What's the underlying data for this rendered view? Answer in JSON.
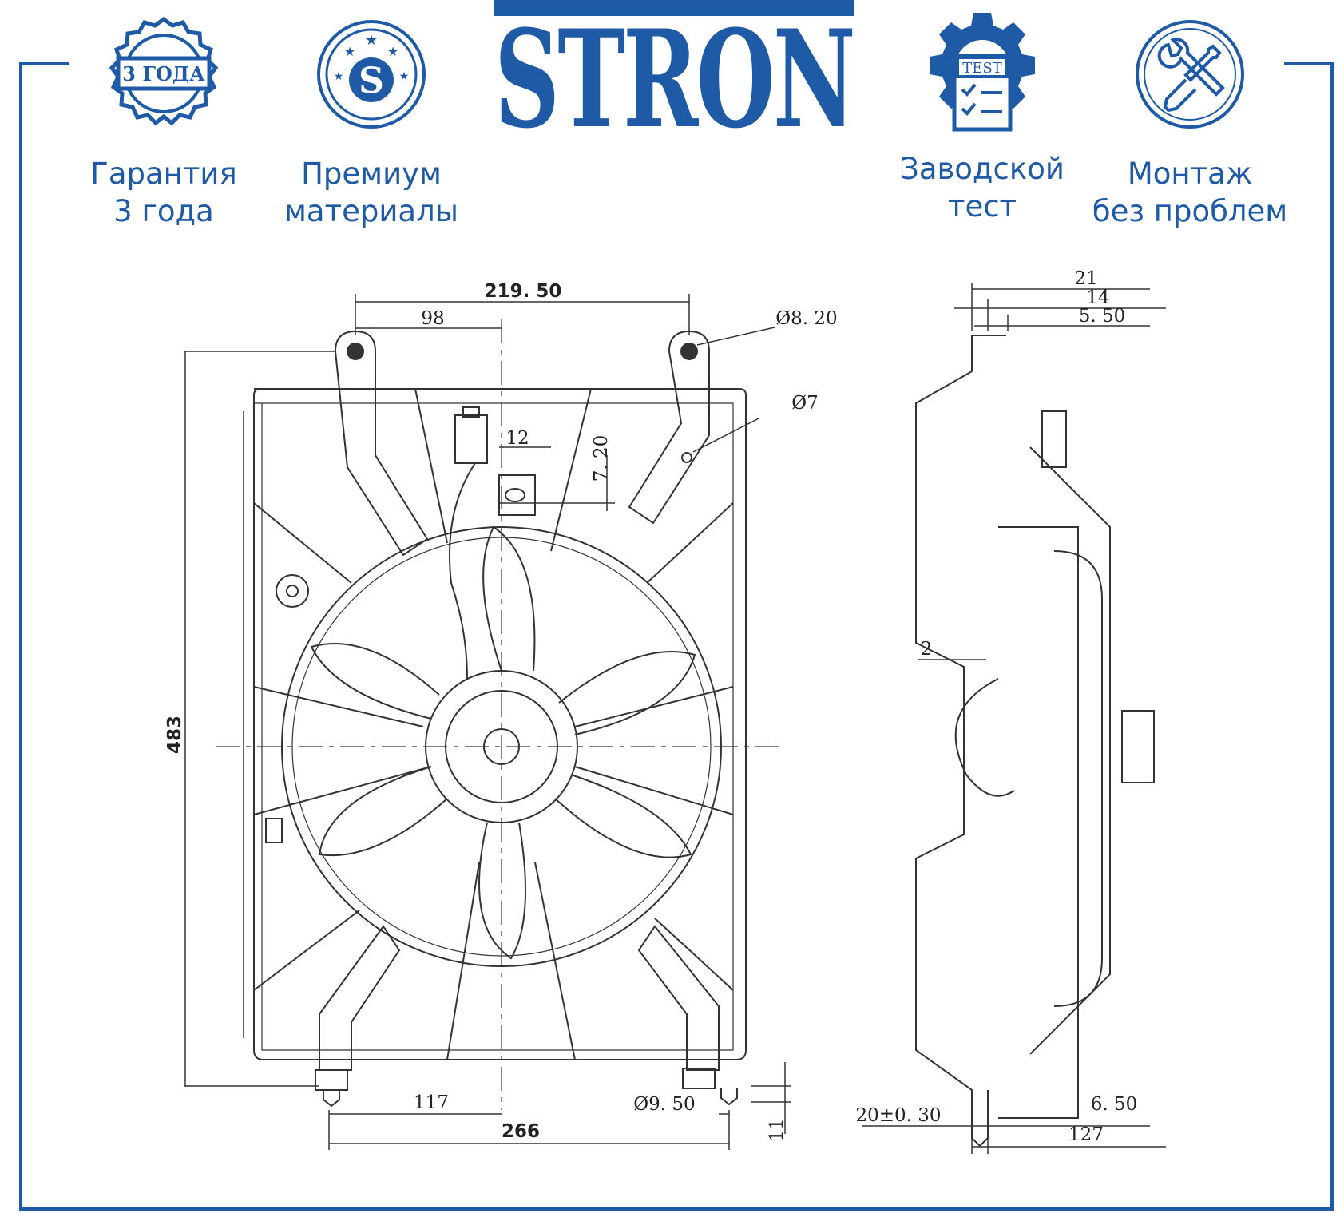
{
  "brand": {
    "name": "STRON",
    "color": "#1f5aa6"
  },
  "badges": [
    {
      "icon": "warranty-seal-icon",
      "seal_text": "3 ГОДА",
      "line1": "Гарантия",
      "line2": "3 года"
    },
    {
      "icon": "premium-s-icon",
      "seal_text": "S",
      "line1": "Премиум",
      "line2": "материалы"
    },
    {
      "icon": "factory-test-gear-icon",
      "seal_text": "TEST",
      "line1": "Заводской",
      "line2": "тест"
    },
    {
      "icon": "wrench-screwdriver-icon",
      "line1": "Монтаж",
      "line2": "без проблем"
    }
  ],
  "dimensions": {
    "width_top": "219. 50",
    "offset_98": "98",
    "hole_top": "Ø8. 20",
    "hole_side": "Ø7",
    "connector_w": "12",
    "connector_h": "7. 20",
    "height": "483",
    "bottom_117": "117",
    "bottom_266": "266",
    "hole_bottom": "Ø9. 50",
    "bottom_11": "11",
    "side_21": "21",
    "side_14": "14",
    "side_550": "5. 50",
    "side_2": "2",
    "side_20": "20±0. 30",
    "side_650": "6. 50",
    "side_127": "127"
  }
}
